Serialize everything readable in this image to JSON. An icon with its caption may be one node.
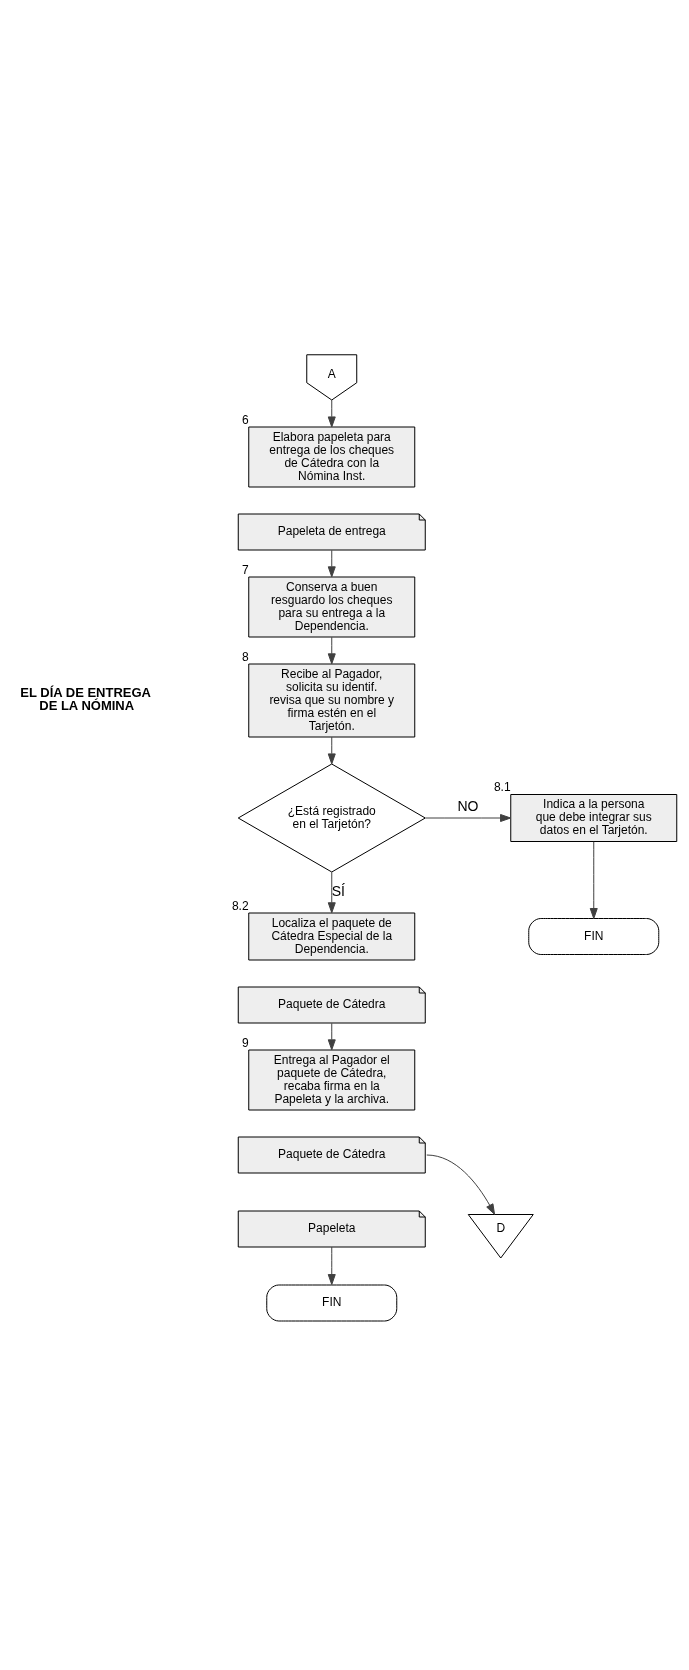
{
  "diagram": {
    "nodes": [
      {
        "text": [
          "A"
        ]
      },
      {
        "text": [
          "Elabora papeleta para entrega de los cheques de Cátedra con la Nómina Inst."
        ],
        "beside": [
          "6"
        ]
      },
      {
        "text": [
          "Papeleta de entrega"
        ]
      },
      {
        "text": [
          "Conserva a buen resguardo los cheques para su entrega a la Dependencia."
        ],
        "beside": [
          "7"
        ]
      },
      {
        "text": [
          "Recibe al Pagador, solicita su identif. revisa que su nombre y firma estén en el Tarjetón."
        ],
        "beside": [
          "8"
        ]
      },
      {
        "text": [
          "¿Está registrado en el Tarjetón?"
        ]
      },
      {
        "text": [
          "Indica a la persona que debe integrar sus datos en el Tarjetón."
        ],
        "beside": [
          "8.1"
        ]
      },
      {
        "text": [
          "FIN"
        ]
      },
      {
        "text": [
          "Localiza el paquete de Cátedra Especial de la Dependencia."
        ],
        "beside": [
          "8.2"
        ]
      },
      {
        "text": [
          "Paquete de Cátedra"
        ]
      },
      {
        "text": [
          "Entrega al Pagador el paquete de Cátedra, recaba firma en la Papeleta y la archiva."
        ],
        "beside": [
          "9"
        ]
      },
      {
        "text": [
          "Paquete de Cátedra"
        ]
      },
      {
        "text": [
          "Papeleta"
        ]
      },
      {
        "text": [
          "D"
        ]
      },
      {
        "text": [
          "FIN"
        ]
      }
    ],
    "edges": [
      {
        "from": 0,
        "to": 1,
        "arrow": "to"
      },
      {
        "from": 2,
        "to": 3,
        "arrow": "to"
      },
      {
        "from": 3,
        "to": 4,
        "arrow": "to"
      },
      {
        "from": 4,
        "to": 5,
        "arrow": "to"
      },
      {
        "from": 5,
        "to": 6,
        "arrow": "to",
        "label": "NO"
      },
      {
        "from": 6,
        "to": 7,
        "arrow": "to"
      },
      {
        "from": 5,
        "to": 8,
        "arrow": "to",
        "label": "SÍ"
      },
      {
        "from": 9,
        "to": 10,
        "arrow": "to"
      },
      {
        "from": 11,
        "to": 13,
        "arrow": "to"
      },
      {
        "from": 12,
        "to": 14,
        "arrow": "to"
      }
    ],
    "labels": [
      "EL DÍA DE ENTREGA DE LA NÓMINA"
    ]
  }
}
